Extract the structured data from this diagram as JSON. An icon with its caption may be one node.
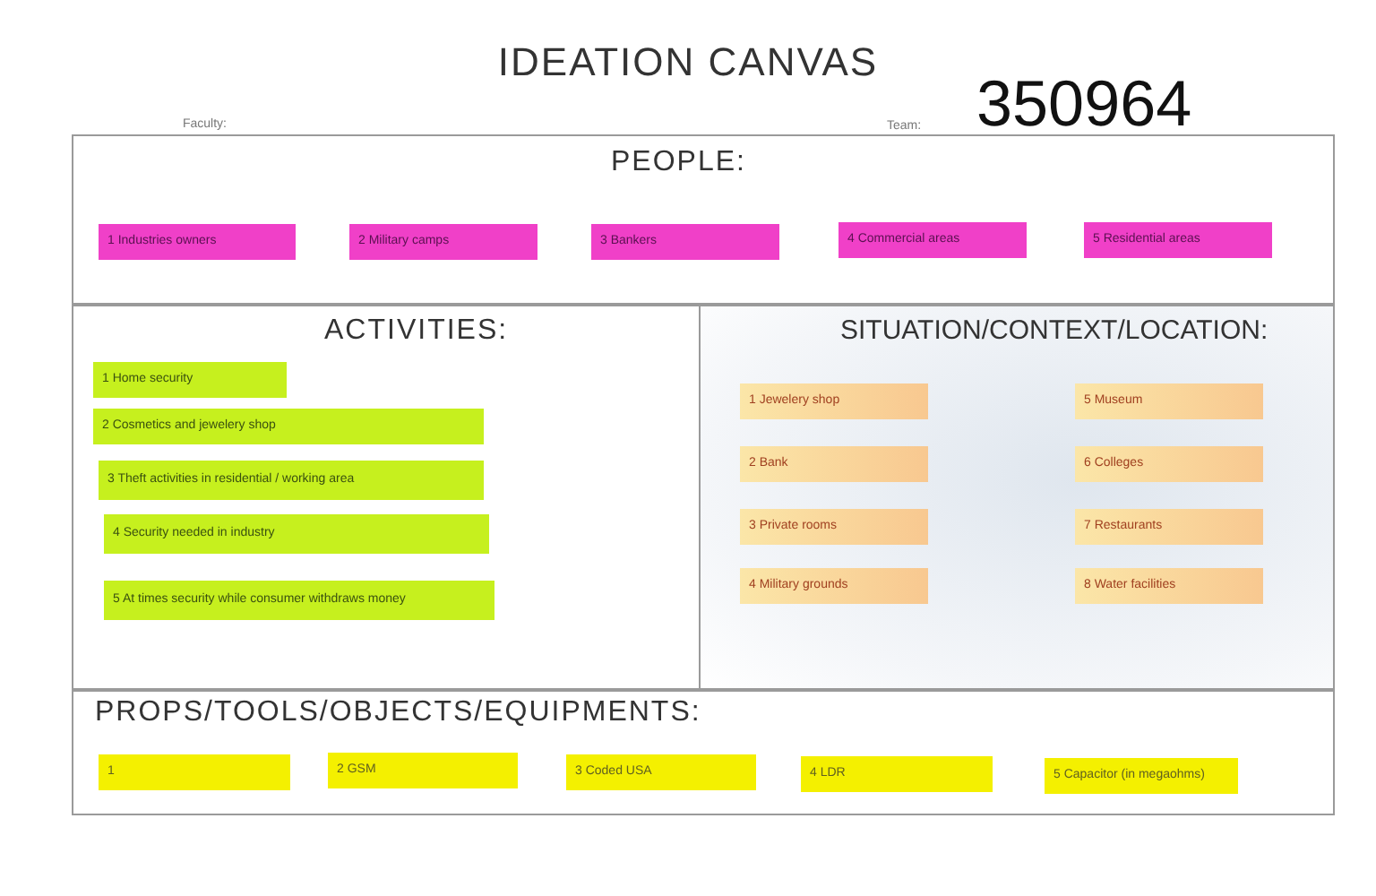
{
  "diagram": {
    "title": "IDEATION CANVAS",
    "nodes": [
      {
        "text": [
          "PEOPLE:"
        ]
      },
      {
        "text": [
          "1 Industries owners"
        ],
        "in": 0
      },
      {
        "text": [
          "2 Military camps"
        ],
        "in": 0
      },
      {
        "text": [
          "3 Bankers"
        ],
        "in": 0
      },
      {
        "text": [
          "4 Commercial areas"
        ],
        "in": 0
      },
      {
        "text": [
          "5 Residential areas"
        ],
        "in": 0
      },
      {
        "text": [
          "ACTIVITIES:"
        ]
      },
      {
        "text": [
          "1 Home security"
        ],
        "in": 6
      },
      {
        "text": [
          "2 Cosmetics and jewelery shop"
        ],
        "in": 6
      },
      {
        "text": [
          "3 Theft activities in residential / working area"
        ],
        "in": 6
      },
      {
        "text": [
          "4 Security needed in industry"
        ],
        "in": 6
      },
      {
        "text": [
          "5 At times security while consumer withdraws money"
        ],
        "in": 6
      },
      {
        "text": [
          "SITUATION/CONTEXT/LOCATION:"
        ]
      },
      {
        "text": [
          "1 Jewelery shop"
        ],
        "in": 12
      },
      {
        "text": [
          "2 Bank"
        ],
        "in": 12
      },
      {
        "text": [
          "3 Private rooms"
        ],
        "in": 12
      },
      {
        "text": [
          "4 Military grounds"
        ],
        "in": 12
      },
      {
        "text": [
          "5 Museum"
        ],
        "in": 12
      },
      {
        "text": [
          "6 Colleges"
        ],
        "in": 12
      },
      {
        "text": [
          "7 Restaurants"
        ],
        "in": 12
      },
      {
        "text": [
          "8 Water facilities"
        ],
        "in": 12
      },
      {
        "text": [
          "PROPS/TOOLS/OBJECTS/EQUIPMENTS:"
        ]
      },
      {
        "text": [
          "1"
        ],
        "in": 21
      },
      {
        "text": [
          "2 GSM"
        ],
        "in": 21
      },
      {
        "text": [
          "3 Coded USA"
        ],
        "in": 21
      },
      {
        "text": [
          "4 LDR"
        ],
        "in": 21
      },
      {
        "text": [
          "5 Capacitor (in megaohms)"
        ],
        "in": 21
      }
    ],
    "edges": [],
    "labels": [
      "Faculty:",
      "Team:",
      "350964"
    ]
  }
}
